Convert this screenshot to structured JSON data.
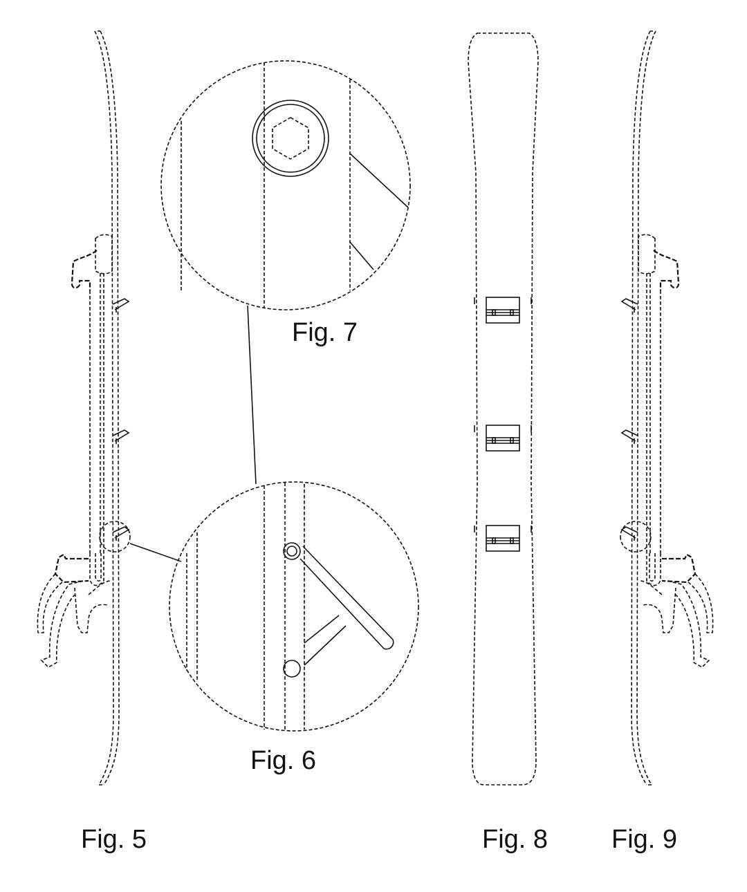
{
  "figures": {
    "fig5": "Fig. 5",
    "fig6": "Fig. 6",
    "fig7": "Fig. 7",
    "fig8": "Fig. 8",
    "fig9": "Fig. 9"
  },
  "colors": {
    "line": "#111111",
    "background": "#ffffff"
  }
}
